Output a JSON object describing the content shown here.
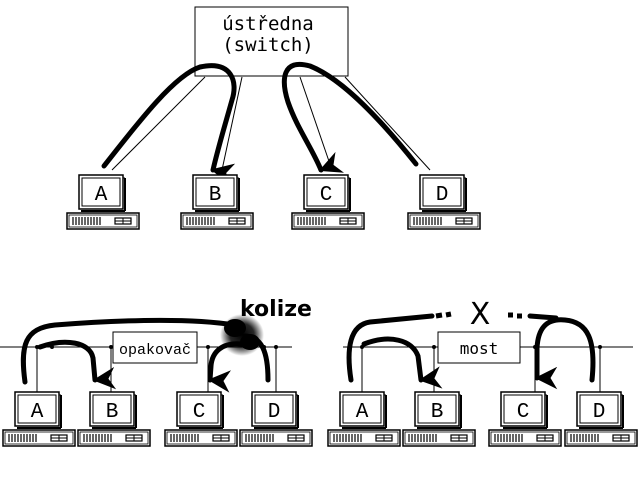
{
  "switch_box": {
    "line1": "ústředna",
    "line2": "(switch)"
  },
  "top_computers": [
    "A",
    "B",
    "C",
    "D"
  ],
  "repeater_section": {
    "box_label": "opakovač",
    "collision_label": "kolize",
    "computers": [
      "A",
      "B",
      "C",
      "D"
    ]
  },
  "bridge_section": {
    "box_label": "most",
    "blocked_symbol": "X",
    "computers": [
      "A",
      "B",
      "C",
      "D"
    ]
  }
}
